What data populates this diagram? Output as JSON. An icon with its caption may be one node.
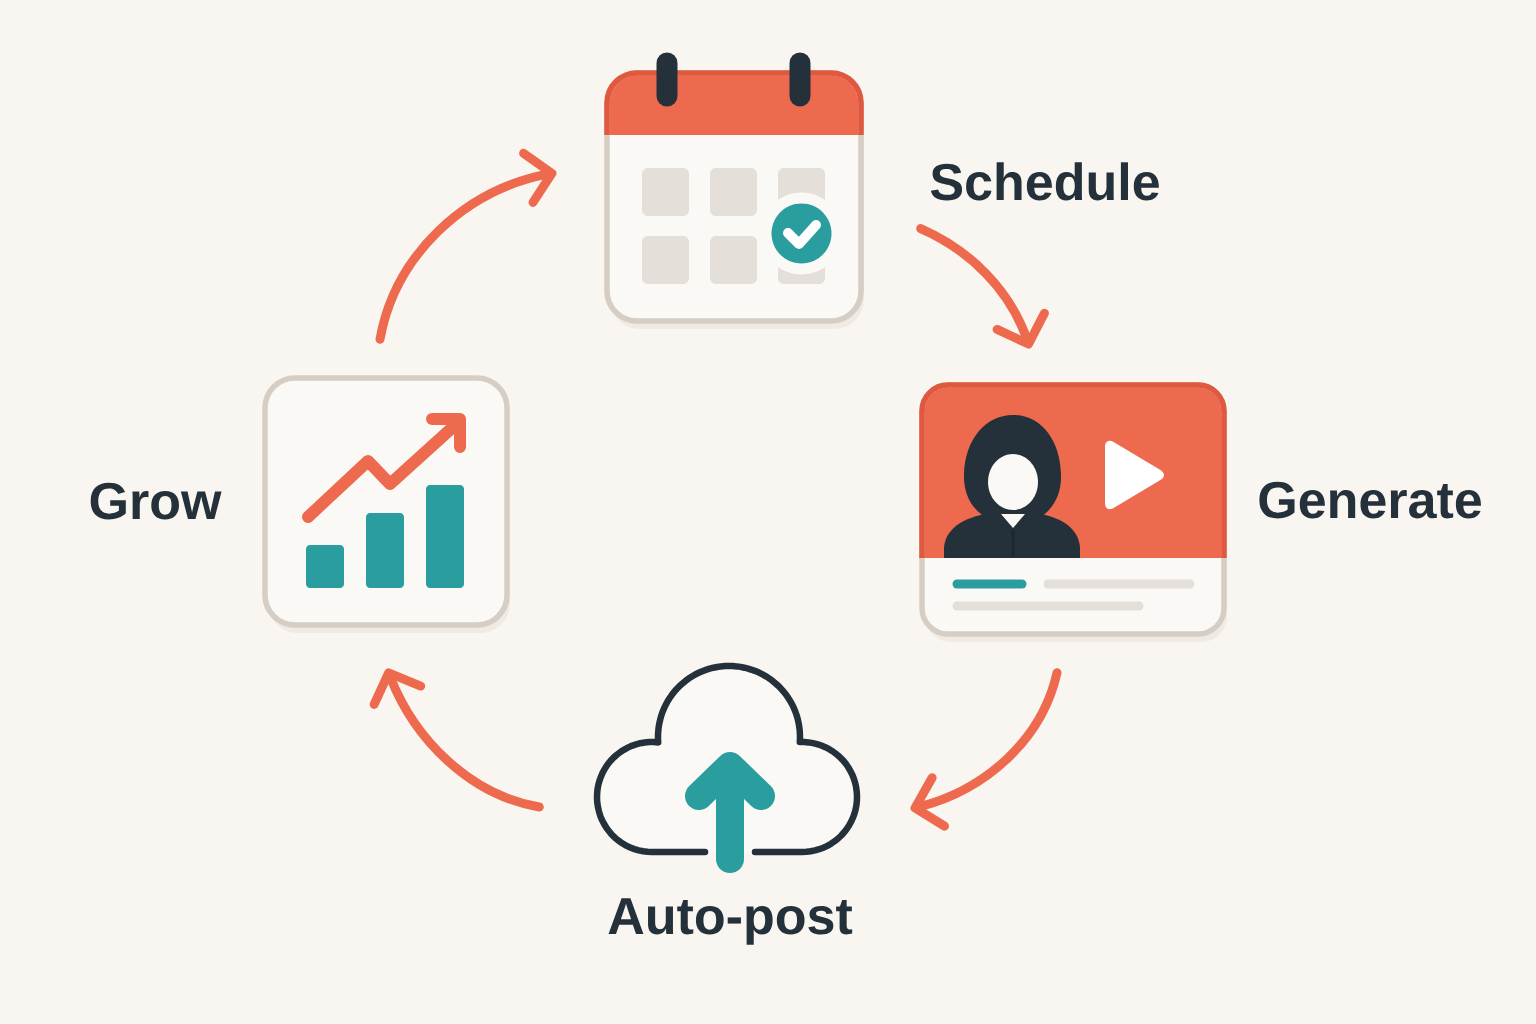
{
  "diagram": {
    "nodes": [
      {
        "text": [
          "Schedule"
        ]
      },
      {
        "text": [
          "Grow"
        ]
      },
      {
        "text": [
          "Generate"
        ]
      },
      {
        "text": [
          "Auto-post"
        ]
      }
    ],
    "edges": [
      {
        "from": 0,
        "to": 2,
        "arrow": "to"
      },
      {
        "from": 2,
        "to": 3,
        "arrow": "to"
      },
      {
        "from": 3,
        "to": 1,
        "arrow": "to"
      },
      {
        "from": 1,
        "to": 0,
        "arrow": "to"
      }
    ]
  }
}
